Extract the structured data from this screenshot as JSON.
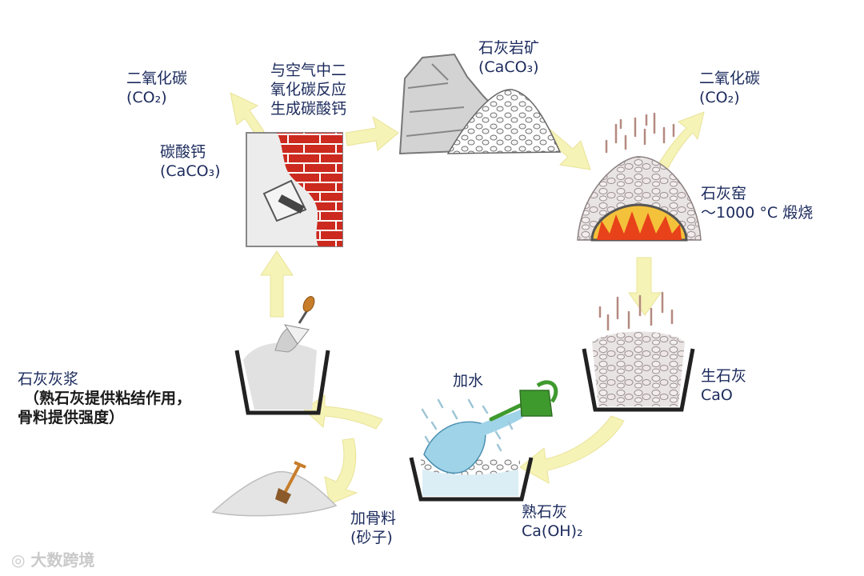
{
  "labels": {
    "co2_left": {
      "name": "二氧化碳",
      "formula": "(CO₂)"
    },
    "react_air": {
      "line1": "与空气中二",
      "line2": "氧化碳反应",
      "line3": "生成碳酸钙"
    },
    "limestone_ore": {
      "name": "石灰岩矿",
      "formula": "(CaCO₃)"
    },
    "co2_right": {
      "name": "二氧化碳",
      "formula": "(CO₂)"
    },
    "calcium_carbonate": {
      "name": "碳酸钙",
      "formula": "(CaCO₃)"
    },
    "kiln": {
      "name": "石灰窑",
      "temp": "～1000 °C 煅烧"
    },
    "quicklime": {
      "name": "生石灰",
      "formula": "CaO"
    },
    "add_water": {
      "text": "加水"
    },
    "lime_mortar": {
      "line1": "石灰灰浆",
      "line2": "（熟石灰提供粘结作用，",
      "line3": "骨料提供强度）"
    },
    "add_aggregate": {
      "line1": "加骨料",
      "line2": "(砂子)"
    },
    "slaked_lime": {
      "name": "熟石灰",
      "formula": "Ca(OH)₂"
    }
  },
  "watermark": "大数跨境",
  "colors": {
    "arrow": "#f6f3b6",
    "brick": "#cc2a1f",
    "flame": "#e8421a",
    "water": "#9fd3e8",
    "can": "#3f9a2e",
    "text": "#1b2a5c"
  }
}
